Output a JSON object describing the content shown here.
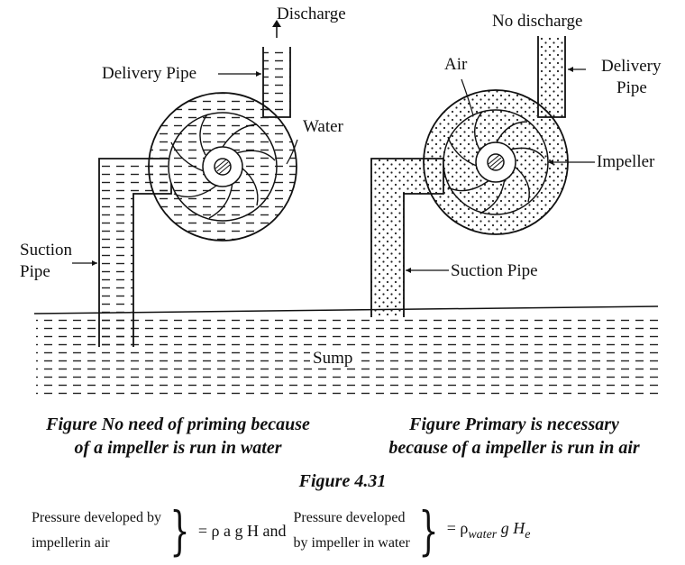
{
  "left_figure": {
    "discharge": "Discharge",
    "delivery_pipe": "Delivery Pipe",
    "water": "Water",
    "suction_pipe_line1": "Suction",
    "suction_pipe_line2": "Pipe",
    "caption_line1": "Figure No need of priming because",
    "caption_line2": "of a impeller is run in water"
  },
  "right_figure": {
    "no_discharge": "No discharge",
    "air": "Air",
    "delivery_pipe_line1": "Delivery",
    "delivery_pipe_line2": "Pipe",
    "impeller": "Impeller",
    "suction_pipe": "Suction Pipe",
    "caption_line1": "Figure Primary is necessary",
    "caption_line2": "because of a impeller is run in air"
  },
  "sump": "Sump",
  "figure_number": "Figure 4.31",
  "equation": {
    "left_line1": "Pressure developed by",
    "left_line2": "impellerin air",
    "middle": "= ρ a g H  and",
    "right_line1": "Pressure developed",
    "right_line2": "by impeller in water",
    "result_prefix": "= ρ",
    "result_sub": "water",
    "result_suffix": " g H",
    "result_sub2": "e"
  }
}
